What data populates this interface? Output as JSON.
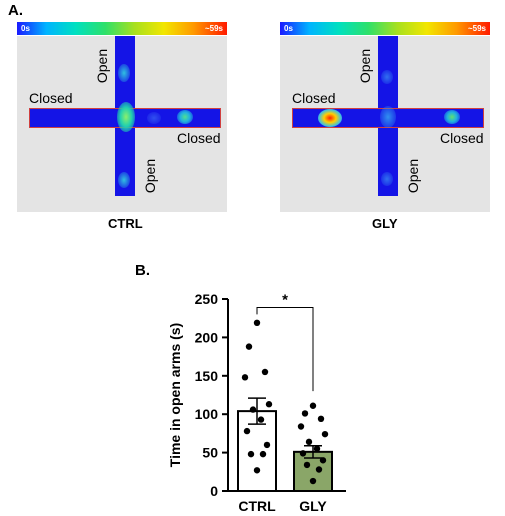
{
  "panel_a_label": "A.",
  "panel_b_label": "B.",
  "colorbar": {
    "min_label": "0s",
    "max_label": "~59s"
  },
  "mazes": [
    {
      "caption": "CTRL",
      "arm_labels": {
        "open_top": "Open",
        "closed_left": "Closed",
        "closed_right": "Closed",
        "open_bottom": "Open"
      }
    },
    {
      "caption": "GLY",
      "arm_labels": {
        "open_top": "Open",
        "closed_left": "Closed",
        "closed_right": "Closed",
        "open_bottom": "Open"
      }
    }
  ],
  "colors": {
    "bar_ctrl": "#ffffff",
    "bar_gly": "#8aa668",
    "arm": "#1414e6",
    "arena": "#e4e4e4"
  },
  "chart_data": {
    "type": "bar",
    "categories": [
      "CTRL",
      "GLY"
    ],
    "values": [
      104,
      51
    ],
    "errors": [
      17,
      8
    ],
    "points": [
      [
        219,
        188,
        155,
        148,
        113,
        106,
        93,
        78,
        60,
        48,
        48,
        27
      ],
      [
        111,
        101,
        94,
        84,
        74,
        64,
        55,
        49,
        40,
        34,
        28,
        13
      ]
    ],
    "ylabel": "Time in open arms (s)",
    "ylim": [
      0,
      250
    ],
    "yticks": [
      0,
      50,
      100,
      150,
      200,
      250
    ],
    "significance": "*",
    "grid": false
  }
}
